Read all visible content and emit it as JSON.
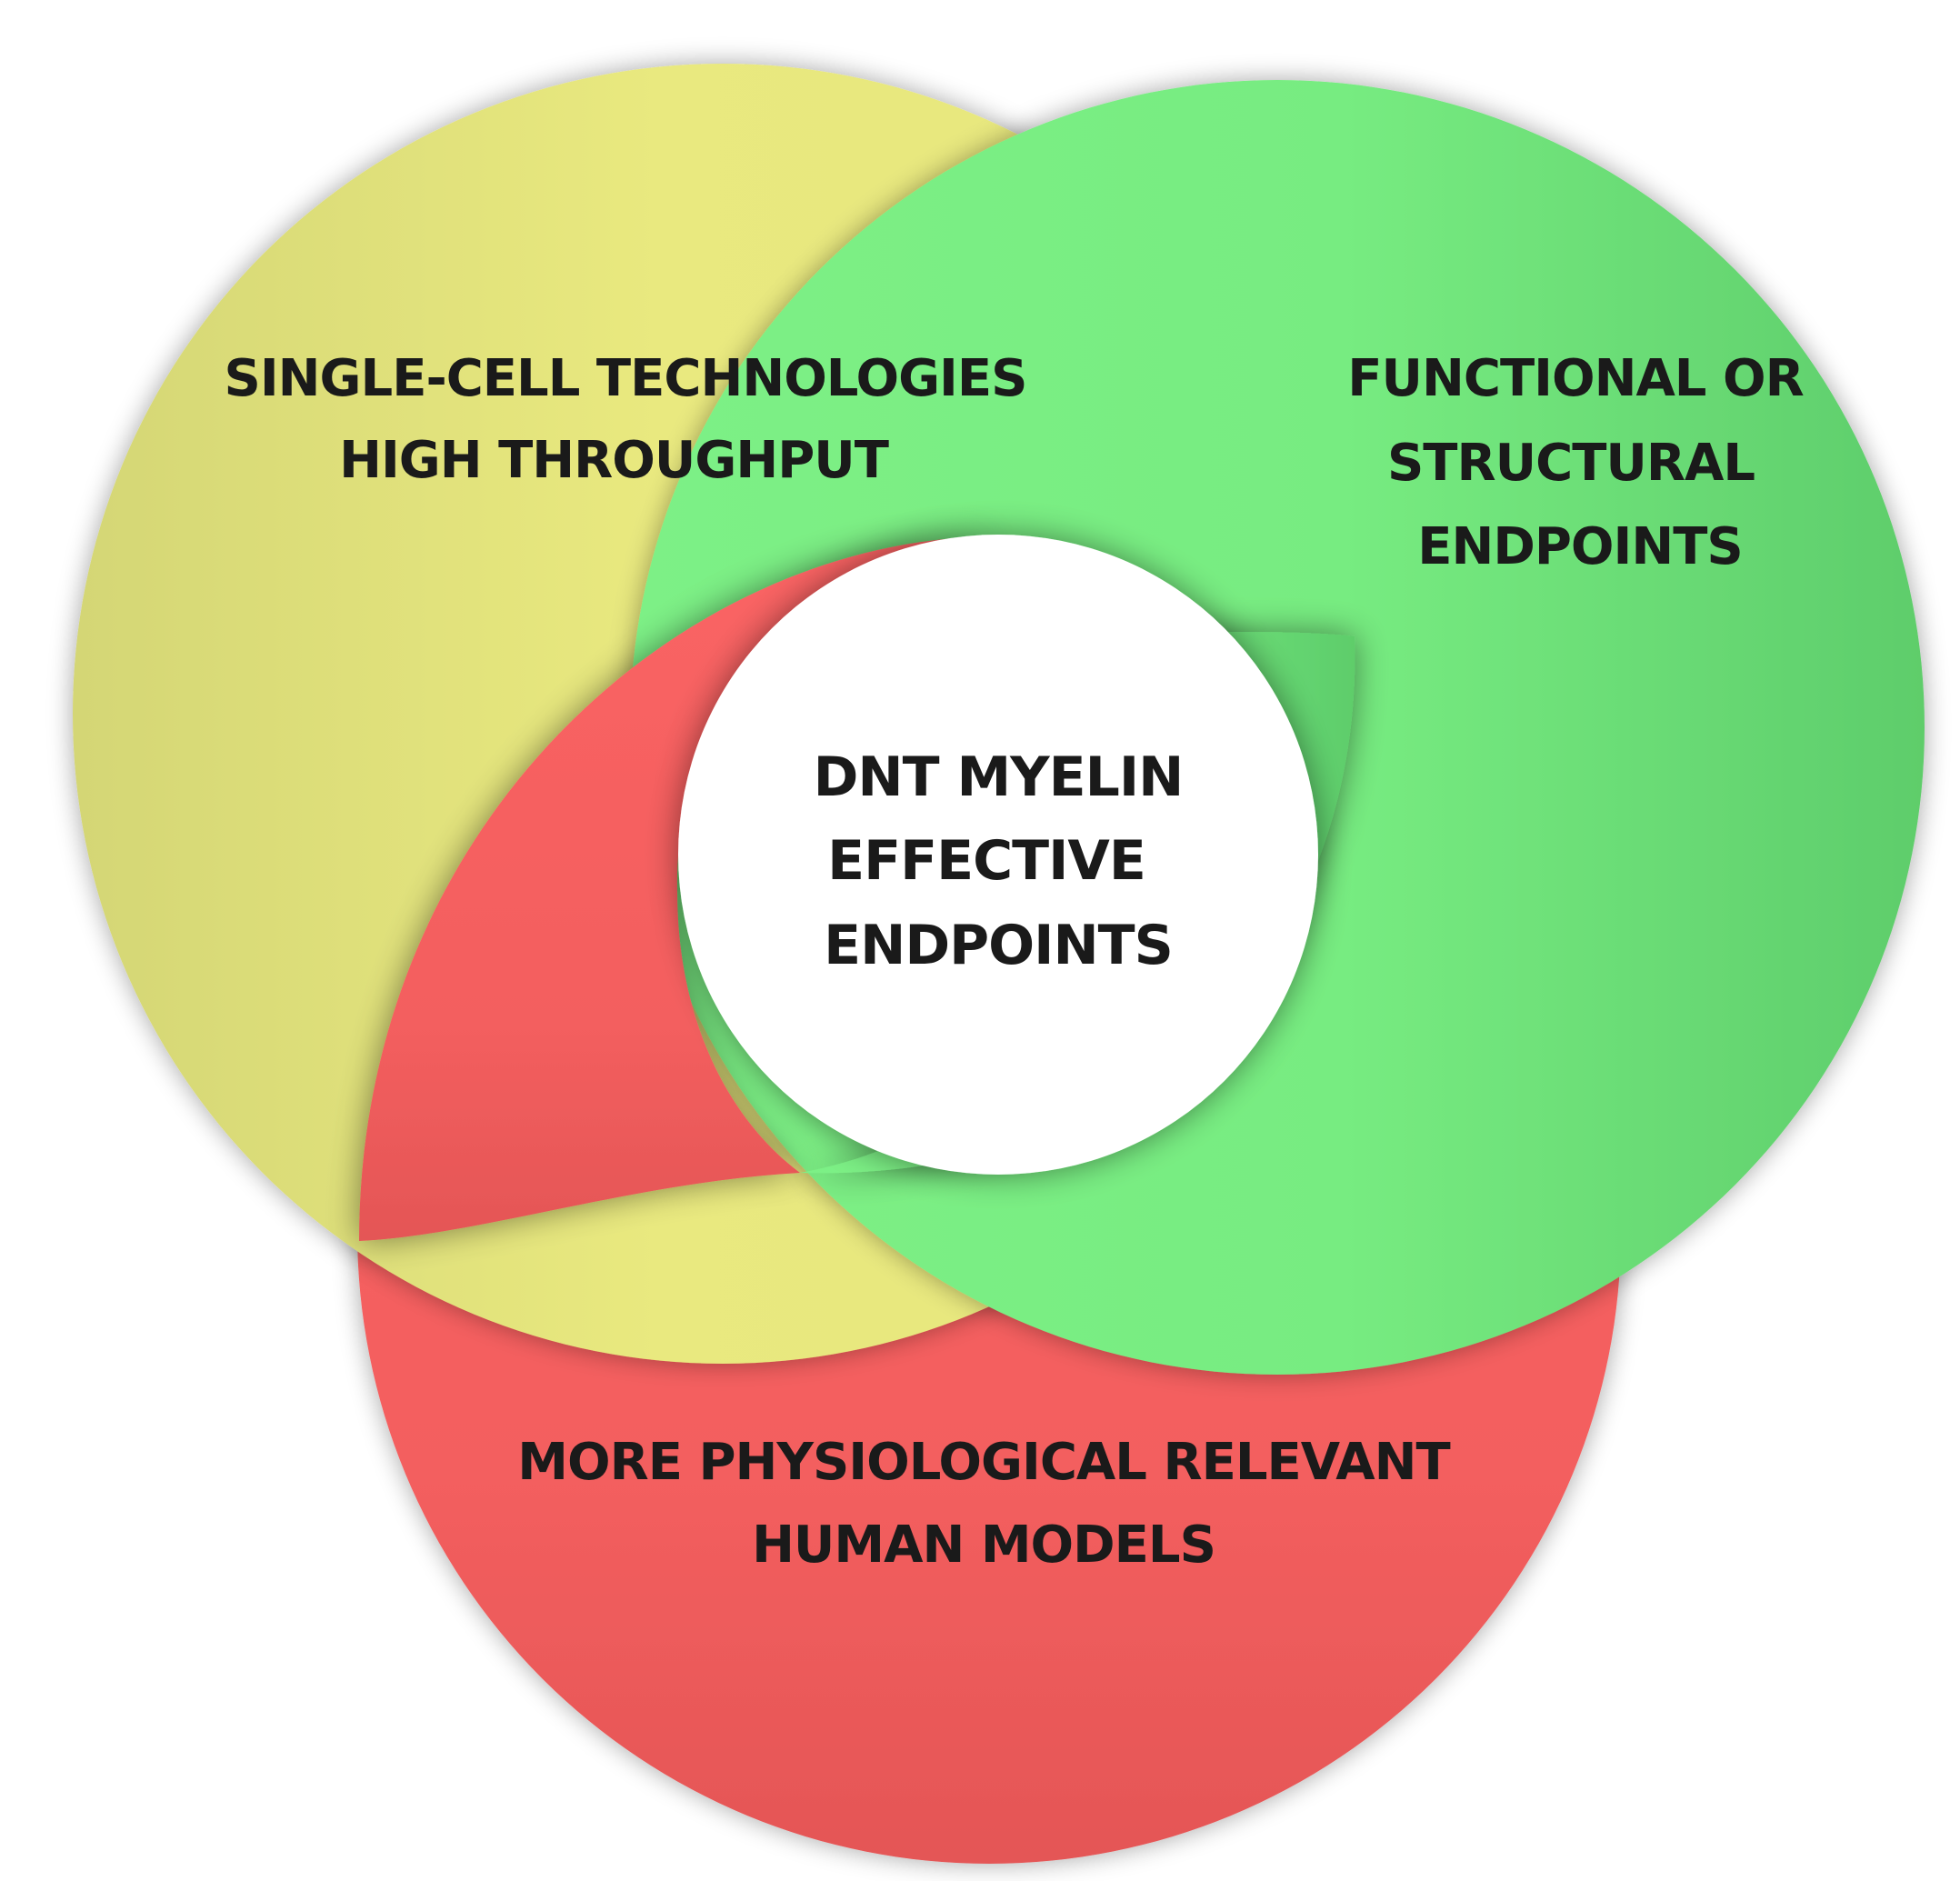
{
  "colors": {
    "yellow": "#E6E67D",
    "green": "#79EE83",
    "red": "#F76262",
    "center": "#FFFFFF"
  },
  "circles": {
    "top_left": {
      "label_lines": [
        "SINGLE-CELL TECHNOLOGIES",
        "HIGH THROUGHPUT"
      ]
    },
    "top_right": {
      "label_lines": [
        "FUNCTIONAL OR",
        "STRUCTURAL",
        "ENDPOINTS"
      ]
    },
    "bottom": {
      "label_lines": [
        "MORE PHYSIOLOGICAL RELEVANT",
        "HUMAN MODELS"
      ]
    },
    "center": {
      "label_lines": [
        "DNT MYELIN",
        "EFFECTIVE",
        "ENDPOINTS"
      ]
    }
  }
}
